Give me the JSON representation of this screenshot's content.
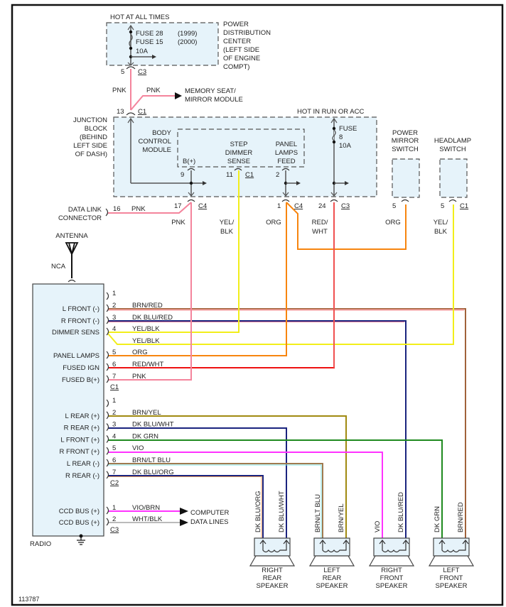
{
  "diagram": {
    "figure_id": "113787",
    "pdc": {
      "hot_label": "HOT AT ALL TIMES",
      "fuse_line1": "FUSE 28",
      "fuse_line1_year": "(1999)",
      "fuse_line2": "FUSE 15",
      "fuse_line2_year": "(2000)",
      "fuse_rating": "10A",
      "name_lines": [
        "POWER",
        "DISTRIBUTION",
        "CENTER",
        "(LEFT SIDE",
        "OF ENGINE",
        "COMPT)"
      ],
      "pin": "5",
      "connector": "C3"
    },
    "memory": {
      "wire_left": "PNK",
      "wire_branch": "PNK",
      "dest_lines": [
        "MEMORY SEAT/",
        "MIRROR MODULE"
      ]
    },
    "junction_block": {
      "name_lines": [
        "JUNCTION",
        "BLOCK",
        "(BEHIND",
        "LEFT SIDE",
        "OF DASH)"
      ],
      "in_pin": "13",
      "in_connector": "C1",
      "hot_run_label": "HOT IN RUN OR ACC",
      "fuse_lines": [
        "FUSE",
        "8",
        "10A"
      ],
      "bcm_lines": [
        "BODY",
        "CONTROL",
        "MODULE"
      ],
      "b_plus": "B(+)",
      "step_lines": [
        "STEP",
        "DIMMER",
        "SENSE"
      ],
      "panel_lines": [
        "PANEL",
        "LAMPS",
        "FEED"
      ],
      "pin9": "9",
      "pin11": "11",
      "pin11_conn": "C1",
      "pin2": "2",
      "out_pin17": "17",
      "out_pin17_conn": "C4",
      "out_pin1": "1",
      "out_pin1_conn": "C4",
      "out_pin24": "24",
      "out_pin24_conn": "C3"
    },
    "data_link": {
      "name_lines": [
        "DATA LINK",
        "CONNECTOR"
      ],
      "pin": "16",
      "wire": "PNK"
    },
    "vertical_wire_labels": {
      "pnk": "PNK",
      "yelblk": [
        "YEL/",
        "BLK"
      ],
      "org": "ORG",
      "redwht": [
        "RED/",
        "WHT"
      ],
      "mirror_org": "ORG",
      "headlamp_yelblk": [
        "YEL/",
        "BLK"
      ]
    },
    "mirror_switch": {
      "name_lines": [
        "POWER",
        "MIRROR",
        "SWITCH"
      ],
      "pin": "5"
    },
    "headlamp_switch": {
      "name_lines": [
        "HEADLAMP",
        "SWITCH"
      ],
      "pin": "5",
      "connector": "C1"
    },
    "antenna": {
      "label": "ANTENNA",
      "nca": "NCA"
    },
    "radio": {
      "name": "RADIO",
      "c1": {
        "connector": "C1",
        "pins": [
          {
            "pin": "1",
            "func": "",
            "wire": ""
          },
          {
            "pin": "2",
            "func": "L FRONT (-)",
            "wire": "BRN/RED"
          },
          {
            "pin": "3",
            "func": "R FRONT (-)",
            "wire": "DK BLU/RED"
          },
          {
            "pin": "4",
            "func": "DIMMER SENS",
            "wire": "YEL/BLK"
          },
          {
            "pin": "",
            "func": "",
            "wire": "YEL/BLK"
          },
          {
            "pin": "5",
            "func": "PANEL LAMPS",
            "wire": "ORG"
          },
          {
            "pin": "6",
            "func": "FUSED IGN",
            "wire": "RED/WHT"
          },
          {
            "pin": "7",
            "func": "FUSED B(+)",
            "wire": "PNK"
          }
        ]
      },
      "c2": {
        "connector": "C2",
        "pins": [
          {
            "pin": "1",
            "func": "",
            "wire": ""
          },
          {
            "pin": "2",
            "func": "L REAR (+)",
            "wire": "BRN/YEL"
          },
          {
            "pin": "3",
            "func": "R REAR (+)",
            "wire": "DK BLU/WHT"
          },
          {
            "pin": "4",
            "func": "L FRONT (+)",
            "wire": "DK GRN"
          },
          {
            "pin": "5",
            "func": "R FRONT (+)",
            "wire": "VIO"
          },
          {
            "pin": "6",
            "func": "L REAR (-)",
            "wire": "BRN/LT BLU"
          },
          {
            "pin": "7",
            "func": "R REAR (-)",
            "wire": "DK BLU/ORG"
          }
        ]
      },
      "c3": {
        "connector": "C3",
        "pins": [
          {
            "pin": "1",
            "func": "CCD BUS (+)",
            "wire": "VIO/BRN"
          },
          {
            "pin": "2",
            "func": "CCD BUS (+)",
            "wire": "WHT/BLK"
          }
        ],
        "dest_lines": [
          "COMPUTER",
          "DATA LINES"
        ]
      }
    },
    "speakers": [
      {
        "name_lines": [
          "RIGHT",
          "REAR",
          "SPEAKER"
        ],
        "wires": [
          "DK BLU/ORG",
          "DK BLU/WHT"
        ]
      },
      {
        "name_lines": [
          "LEFT",
          "REAR",
          "SPEAKER"
        ],
        "wires": [
          "BRN/LT BLU",
          "BRN/YEL"
        ]
      },
      {
        "name_lines": [
          "RIGHT",
          "FRONT",
          "SPEAKER"
        ],
        "wires": [
          "VIO",
          "DK BLU/RED"
        ]
      },
      {
        "name_lines": [
          "LEFT",
          "FRONT",
          "SPEAKER"
        ],
        "wires": [
          "DK GRN",
          "BRN/RED"
        ]
      }
    ],
    "colors": {
      "pnk": "#f4849c",
      "yel": "#f2ee1a",
      "org": "#f7850f",
      "red": "#f05050",
      "red_bright": "#ee1111",
      "brn": "#a0623a",
      "dkblu": "#1a237e",
      "dkgrn": "#1f8a1f",
      "vio": "#ff33ff",
      "olive": "#a08a10",
      "ltblu": "#7fe0e0",
      "gray": "#bbbbbb",
      "box_fill": "#e6f3fa"
    }
  }
}
